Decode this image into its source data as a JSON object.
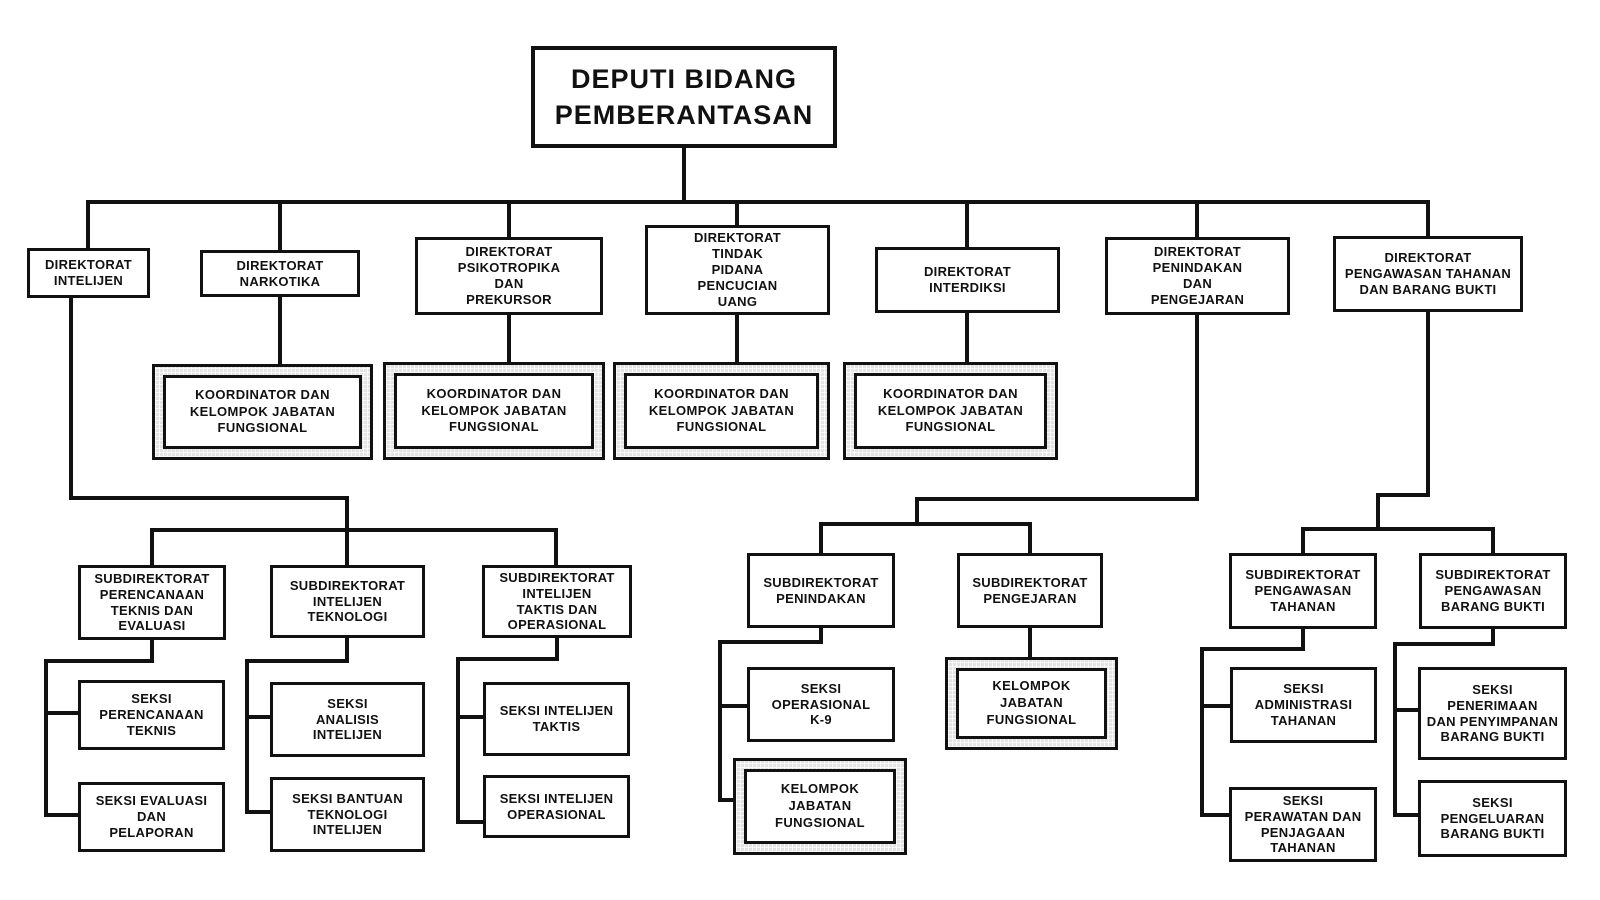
{
  "org": {
    "root": "DEPUTI BIDANG\nPEMBERANTASAN",
    "level1": {
      "intelijen": "DIREKTORAT\nINTELIJEN",
      "narkotika": "DIREKTORAT\nNARKOTIKA",
      "psikotropika": "DIREKTORAT\nPSIKOTROPIKA\nDAN\nPREKURSOR",
      "tppu": "DIREKTORAT\nTINDAK\nPIDANA\nPENCUCIAN\nUANG",
      "interdiksi": "DIREKTORAT\nINTERDIKSI",
      "penindakan": "DIREKTORAT\nPENINDAKAN\nDAN\nPENGEJARAN",
      "pengawasan": "DIREKTORAT\nPENGAWASAN TAHANAN\nDAN BARANG BUKTI"
    },
    "koordinator": "KOORDINATOR DAN\nKELOMPOK JABATAN\nFUNGSIONAL",
    "kelompok": "KELOMPOK\nJABATAN\nFUNGSIONAL",
    "subdir": {
      "perencanaan": "SUBDIREKTORAT\nPERENCANAAN\nTEKNIS DAN\nEVALUASI",
      "intelijen_teknologi": "SUBDIREKTORAT\nINTELIJEN\nTEKNOLOGI",
      "intelijen_taktis": "SUBDIREKTORAT\nINTELIJEN\nTAKTIS DAN\nOPERASIONAL",
      "penindakan": "SUBDIREKTORAT\nPENINDAKAN",
      "pengejaran": "SUBDIREKTORAT\nPENGEJARAN",
      "pengawasan_tahanan": "SUBDIREKTORAT\nPENGAWASAN\nTAHANAN",
      "pengawasan_barang_bukti": "SUBDIREKTORAT\nPENGAWASAN\nBARANG BUKTI"
    },
    "seksi": {
      "perencanaan_teknis": "SEKSI\nPERENCANAAN\nTEKNIS",
      "evaluasi_pelaporan": "SEKSI EVALUASI\nDAN\nPELAPORAN",
      "analisis_intelijen": "SEKSI\nANALISIS\nINTELIJEN",
      "bantuan_teknologi": "SEKSI BANTUAN\nTEKNOLOGI\nINTELIJEN",
      "intelijen_taktis": "SEKSI INTELIJEN\nTAKTIS",
      "intelijen_operasional": "SEKSI INTELIJEN\nOPERASIONAL",
      "operasional_k9": "SEKSI\nOPERASIONAL\nK-9",
      "administrasi_tahanan": "SEKSI\nADMINISTRASI\nTAHANAN",
      "perawatan_penjagaan": "SEKSI\nPERAWATAN DAN\nPENJAGAAN\nTAHANAN",
      "penerimaan_penyimpanan": "SEKSI\nPENERIMAAN\nDAN PENYIMPANAN\nBARANG BUKTI",
      "pengeluaran_barang_bukti": "SEKSI\nPENGELUARAN\nBARANG BUKTI"
    },
    "line_color": "#111111"
  }
}
